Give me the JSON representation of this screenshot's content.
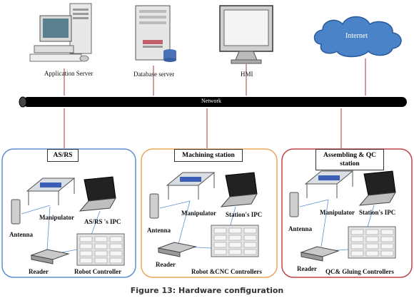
{
  "top_devices": {
    "app_server": "Application Server",
    "database_server": "Database server",
    "hmi": "HMI",
    "internet": "Internet"
  },
  "network_label": "Network",
  "stations": [
    {
      "title": "AS/RS",
      "border_color": "#5b8fd0",
      "antenna": "Antenna",
      "manipulator": "Manipulator",
      "ipc": "AS/RS 's IPC",
      "reader": "Reader",
      "controller": "Robot Controller"
    },
    {
      "title": "Machining station",
      "border_color": "#e8a85a",
      "antenna": "Antenna",
      "manipulator": "Manipulator",
      "ipc": "Station's IPC",
      "reader": "Reader",
      "controller": "Robot &CNC Controllers"
    },
    {
      "title_line1": "Assembling & QC",
      "title_line2": "station",
      "border_color": "#c0424a",
      "antenna": "Antenna",
      "manipulator": "Manipulator",
      "ipc": "Station's IPC",
      "reader": "Reader",
      "controller": "QC& Gluing Controllers"
    }
  ],
  "caption": "Figure 13:  Hardware configuration"
}
